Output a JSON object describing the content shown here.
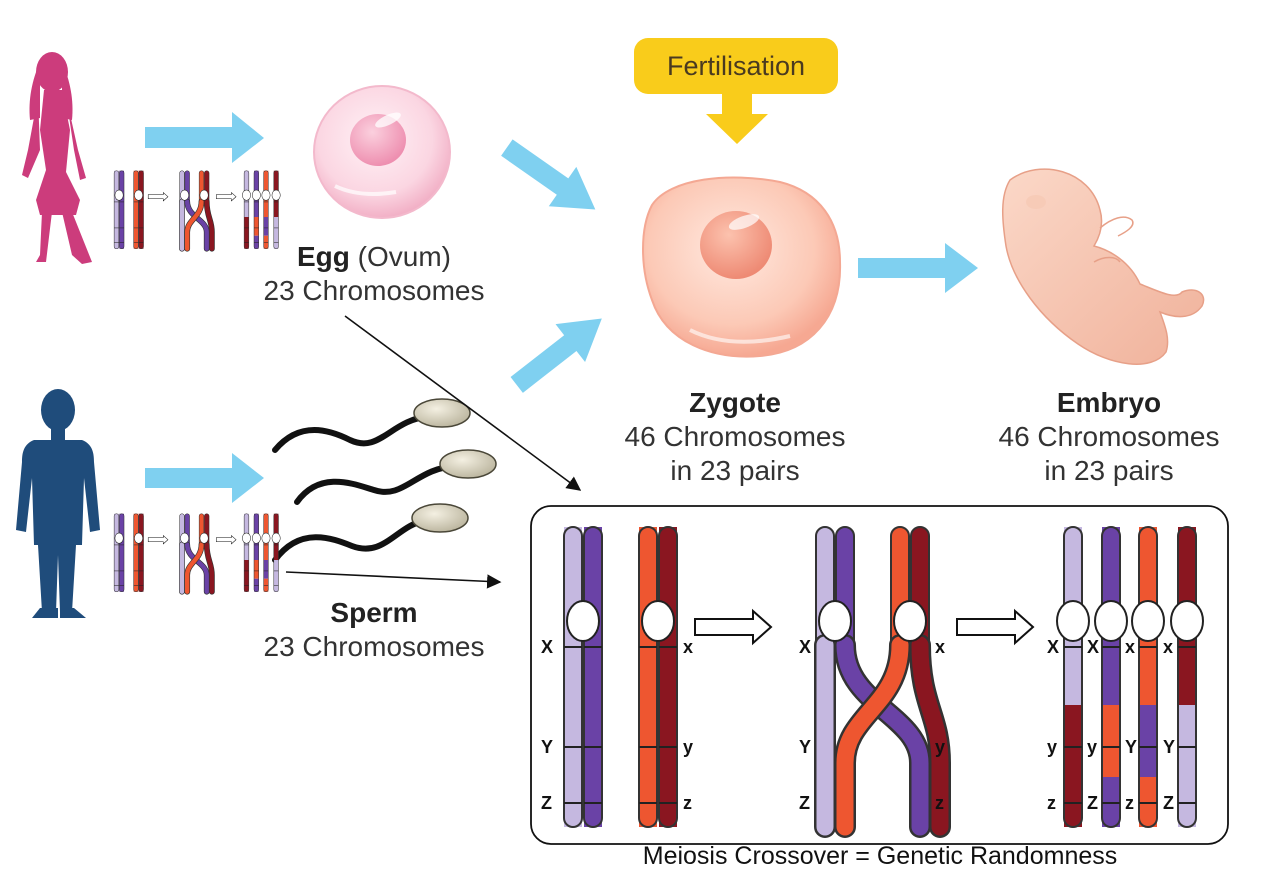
{
  "fertilisation": {
    "label": "Fertilisation"
  },
  "egg": {
    "name": "Egg",
    "qualifier": "(Ovum)",
    "count": "23 Chromosomes"
  },
  "sperm": {
    "name": "Sperm",
    "count": "23 Chromosomes"
  },
  "zygote": {
    "name": "Zygote",
    "count": "46 Chromosomes",
    "pairs": "in 23 pairs"
  },
  "embryo": {
    "name": "Embryo",
    "count": "46 Chromosomes",
    "pairs": "in 23 pairs"
  },
  "crossover": {
    "caption": "Meiosis Crossover = Genetic Randomness",
    "loci_upper": [
      "X",
      "Y",
      "Z"
    ],
    "loci_lower": [
      "x",
      "y",
      "z"
    ],
    "result_loci": [
      [
        "X",
        "y",
        "z"
      ],
      [
        "X",
        "y",
        "Z"
      ],
      [
        "x",
        "Y",
        "z"
      ],
      [
        "x",
        "Y",
        "Z"
      ]
    ]
  },
  "colors": {
    "female": "#cc3c7c",
    "male": "#1f4c7b",
    "flow_arrow": "#7fd0f0",
    "fertilisation": "#f9cc1b",
    "lavender": "#c5b8e0",
    "purple": "#6a42a6",
    "orange": "#ee5630",
    "maroon": "#8a1620"
  }
}
